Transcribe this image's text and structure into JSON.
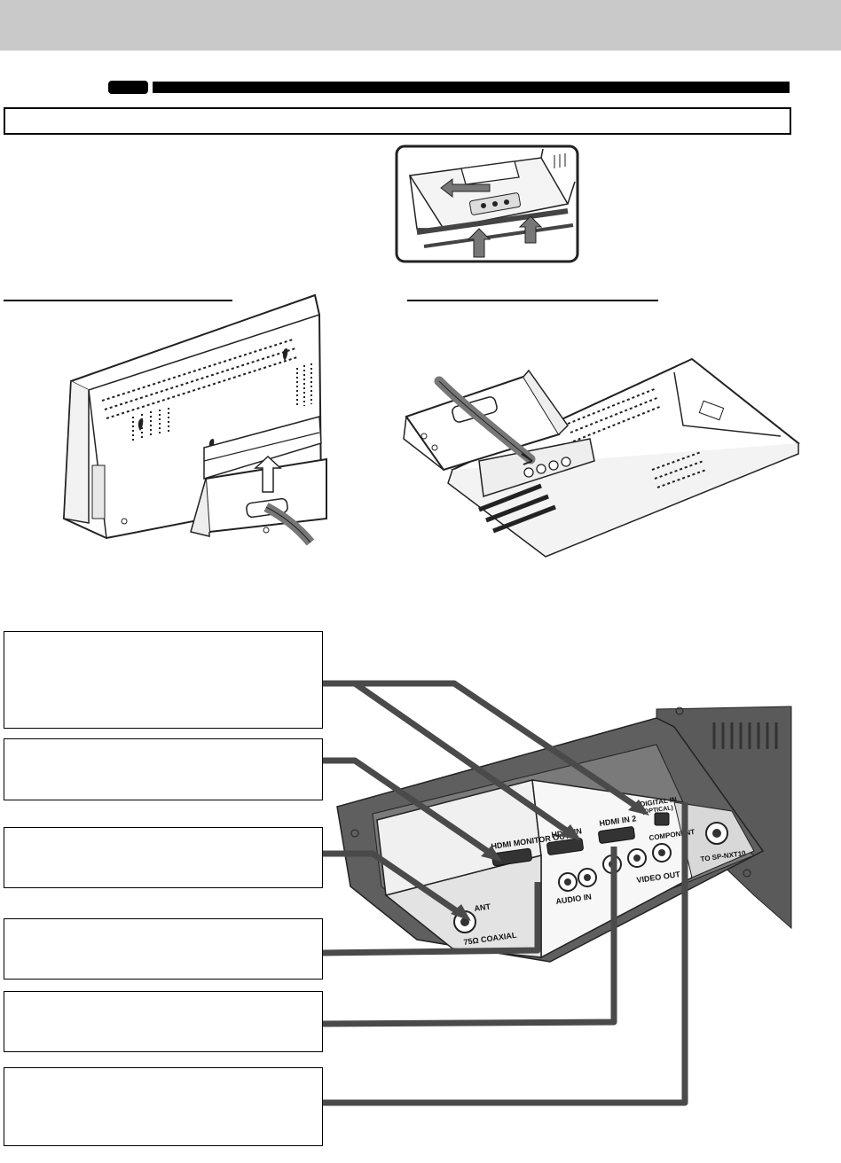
{
  "page": {
    "header_title": "",
    "section_tag": "",
    "section_title": ""
  },
  "figures": {
    "stand_removal_detail": "",
    "left_figure_caption": "",
    "right_figure_caption": ""
  },
  "connection_boxes": [
    {
      "id": "box-1",
      "text": ""
    },
    {
      "id": "box-2",
      "text": ""
    },
    {
      "id": "box-3",
      "text": ""
    },
    {
      "id": "box-4",
      "text": ""
    },
    {
      "id": "box-5",
      "text": ""
    },
    {
      "id": "box-6",
      "text": ""
    }
  ],
  "panel_labels": {
    "hdmi_monitor_out": "HDMI MONITOR OUT",
    "hdmi_in": "HDMI IN",
    "hdmi_in_2": "HDMI IN  2",
    "digital_in": "DIGITAL IN",
    "optical": "(OPTICAL)",
    "component": "COMPONENT",
    "audio_in": "AUDIO IN",
    "video_out": "VIDEO OUT",
    "ant": "ANT",
    "coaxial": "75Ω COAXIAL",
    "speaker": "TO SP-NXT10"
  },
  "colors": {
    "header_band": "#c9c9c9",
    "cable": "#4a4a4a",
    "panel_body": "#e6e6e6",
    "cabinet": "#5a5a5a"
  }
}
